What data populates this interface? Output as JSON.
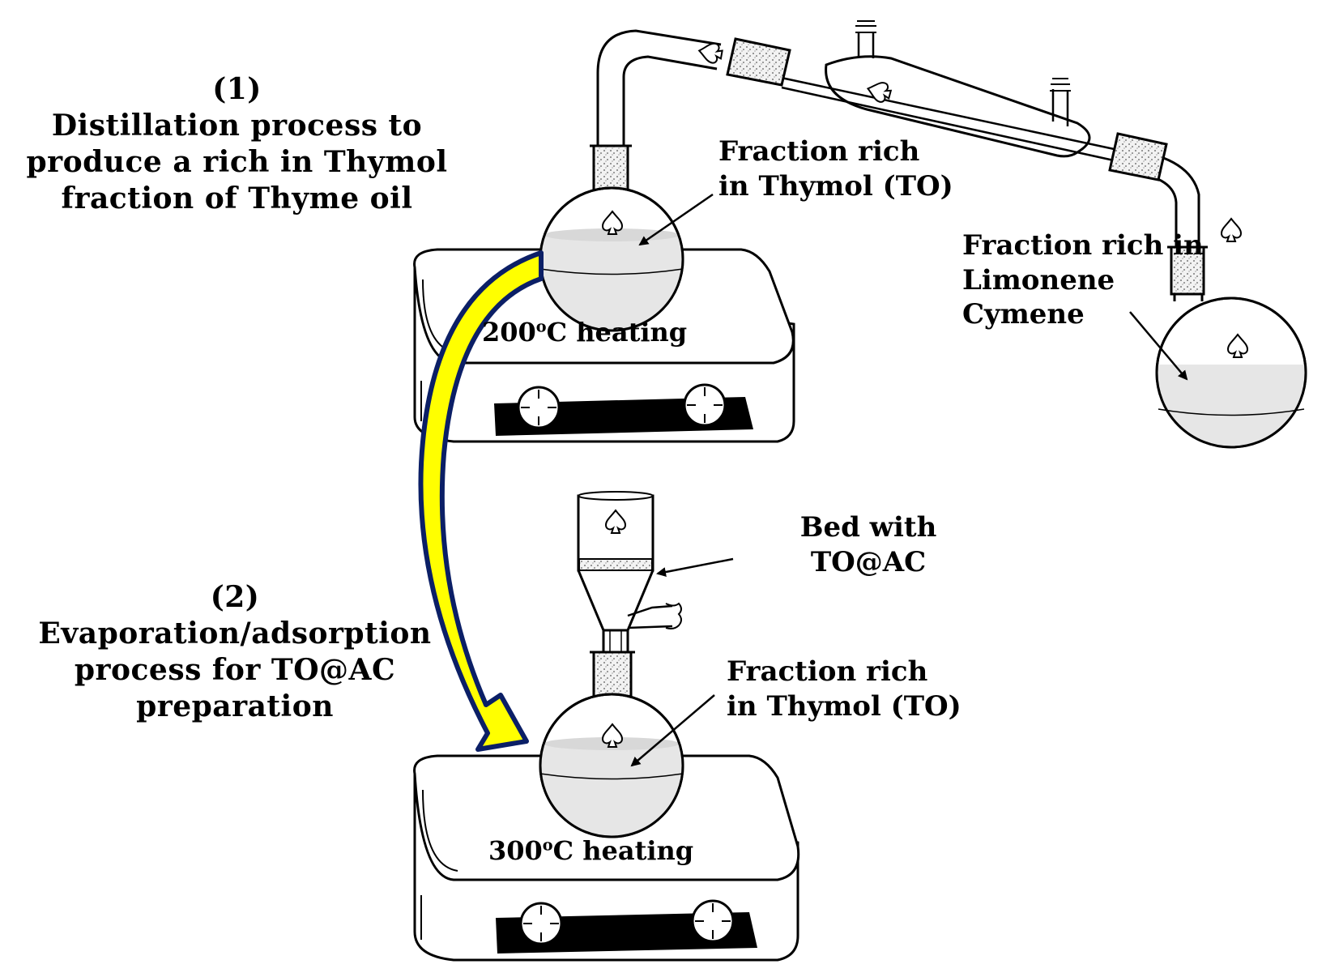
{
  "step1": {
    "number": "(1)",
    "lines": [
      "Distillation process to",
      "produce a rich in Thymol",
      "fraction of Thyme oil"
    ]
  },
  "step2": {
    "number": "(2)",
    "lines": [
      "Evaporation/adsorption",
      "process for TO@AC",
      "preparation"
    ]
  },
  "heater1": {
    "temp_value": "200",
    "temp_sup": "o",
    "temp_suffix": "C heating"
  },
  "heater2": {
    "temp_value": "300",
    "temp_sup": "o",
    "temp_suffix": "C heating"
  },
  "labels": {
    "fraction_thymol_top": [
      "Fraction rich",
      "in Thymol (TO)"
    ],
    "fraction_limonene": [
      "Fraction rich in",
      "Limonene",
      "Cymene"
    ],
    "bed": [
      "Bed with",
      "TO@AC"
    ],
    "fraction_thymol_bottom": [
      "Fraction rich",
      "in Thymol (TO)"
    ]
  },
  "colors": {
    "arrow_fill": "#ffff00",
    "arrow_outline": "#0b1f66",
    "liquid": "#e6e6e6",
    "plate_dark": "#000000"
  },
  "icons": [
    "spade-icon",
    "knob-icon",
    "ground-glass-joint-icon",
    "pointer-arrow-icon",
    "transfer-arrow-icon"
  ]
}
